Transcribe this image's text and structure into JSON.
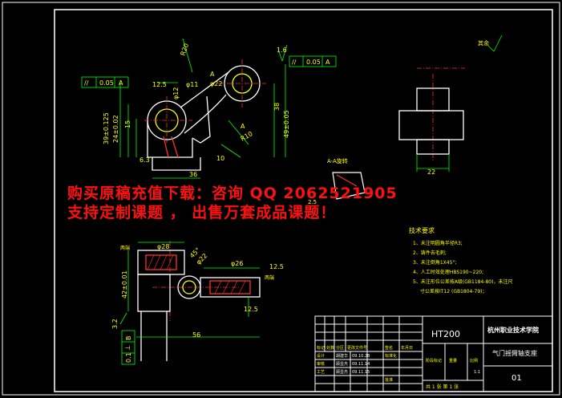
{
  "watermark": {
    "line1": "购买原稿充值下载：咨询 QQ 2062521905",
    "line2": "支持定制课题 ， 出售万套成品课题！"
  },
  "drawing": {
    "roughness_note": "其余",
    "roughness_mark": "✓",
    "section_label": "A-A旋转",
    "section_arrow_a": "A",
    "tech_title": "技术要求",
    "tech_items": [
      "1、未注明圆角半径R3;",
      "2、铸件去毛刺;",
      "3、未注倒角1X45°;",
      "4、人工时效处理HBS190~220;",
      "5、未注形位公差按A级(GB1184-80)，未注尺",
      "寸公差按IT12 (GB1804-79)；"
    ],
    "dims": {
      "r20": "R20",
      "d11": "φ11",
      "d22": "φ22",
      "d12": "φ12",
      "r10": "R10",
      "n12_5": "12.5",
      "n49": "49±0.05",
      "n38": "38",
      "n36": "36",
      "n10": "10",
      "n6_3": "6.3",
      "n39": "39±0.125",
      "n24": "24±0.02",
      "n15": "15",
      "d28": "φ28",
      "d26": "φ26",
      "n56": "56",
      "n42": "42±0.01",
      "n22": "22",
      "n2_5": "2.5",
      "a": "A",
      "n45": "45°",
      "n1_6": "1.6",
      "n3_2": "3.2",
      "both": "两端"
    },
    "gdt": [
      {
        "sym": "//",
        "val": "0.05",
        "datum": "A"
      },
      {
        "sym": "//",
        "val": "0.05",
        "datum": "A"
      },
      {
        "sym": "⊥",
        "val": "0.1",
        "datum": "B"
      }
    ]
  },
  "title_block": {
    "school": "杭州职业技术学院",
    "material": "HT200",
    "part_name": "气门摇臂轴支座",
    "drawing_no": "01",
    "scale": "1:1",
    "sheet": "共 1 张 第 1 张",
    "row_labels": [
      "标记",
      "处数",
      "分区",
      "更改文件号",
      "签名",
      "年月日"
    ],
    "design_label": "设计",
    "design_name": "胡建华",
    "design_date": "09.10.28",
    "std_label": "标准化",
    "review_label": "审核",
    "review_name": "顾显杰",
    "review_date": "09.11.14",
    "process_label": "工艺",
    "approve_label": "批准",
    "approve_name": "顾显杰",
    "approve_date": "09.11.15",
    "stage_label": "阶段标记",
    "weight_label": "重量",
    "ratio_label": "比例"
  }
}
